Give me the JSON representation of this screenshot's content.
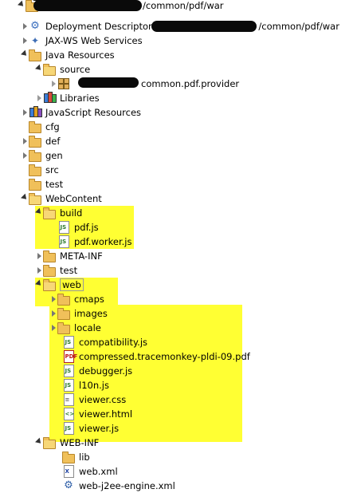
{
  "tree": {
    "project_path": "/common/pdf/war",
    "deployment_descriptor": {
      "label": "Deployment Descriptor:",
      "path": "/common/pdf/war"
    },
    "jaxws": "JAX-WS Web Services",
    "java_resources": "Java Resources",
    "source": "source",
    "package": "common.pdf.provider",
    "libraries": "Libraries",
    "javascript_resources": "JavaScript Resources",
    "cfg": "cfg",
    "def": "def",
    "gen": "gen",
    "src": "src",
    "test": "test",
    "webcontent": "WebContent",
    "build": "build",
    "pdf_js": "pdf.js",
    "pdf_worker_js": "pdf.worker.js",
    "meta_inf": "META-INF",
    "test2": "test",
    "web": "web",
    "cmaps": "cmaps",
    "images": "images",
    "locale": "locale",
    "compatibility_js": "compatibility.js",
    "compressed_pdf": "compressed.tracemonkey-pldi-09.pdf",
    "debugger_js": "debugger.js",
    "l10n_js": "l10n.js",
    "viewer_css": "viewer.css",
    "viewer_html": "viewer.html",
    "viewer_js": "viewer.js",
    "web_inf": "WEB-INF",
    "lib": "lib",
    "web_xml": "web.xml",
    "web_j2ee": "web-j2ee-engine.xml"
  },
  "colors": {
    "highlight": "#ffff33",
    "folder": "#f0c05a",
    "redaction": "#0a0a0a"
  }
}
